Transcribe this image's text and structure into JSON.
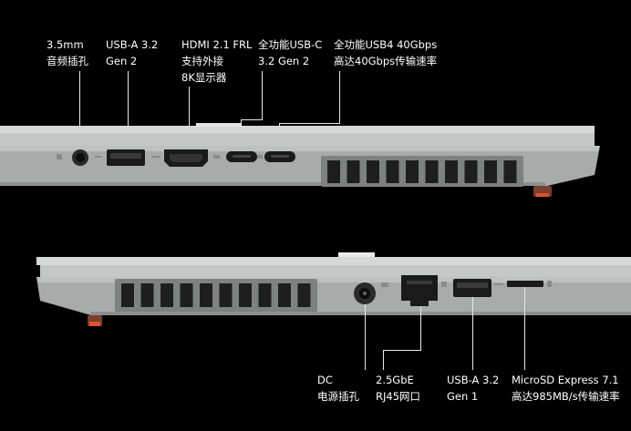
{
  "top_labels": [
    {
      "line1": "3.5mm",
      "line2": "音频插孔"
    },
    {
      "line1": "USB-A 3.2",
      "line2": "Gen 2"
    },
    {
      "line1": "HDMI 2.1 FRL",
      "line2": "支持外接",
      "line3": "8K显示器"
    },
    {
      "line1": "全功能USB-C",
      "line2": "3.2 Gen 2"
    },
    {
      "line1": "全功能USB4 40Gbps",
      "line2": "高达40Gbps传输速率"
    }
  ],
  "bottom_labels": [
    {
      "line1": "DC",
      "line2": "电源插孔"
    },
    {
      "line1": "2.5GbE",
      "line2": "RJ45网口"
    },
    {
      "line1": "USB-A 3.2",
      "line2": "Gen 1"
    },
    {
      "line1": "MicroSD Express 7.1",
      "line2": "高达985MB/s传输速率"
    }
  ],
  "colors": {
    "background": "#000000",
    "chassis": "#c9cbcb",
    "port": "#1a1a1a",
    "accent_foot": "#e0502a"
  }
}
